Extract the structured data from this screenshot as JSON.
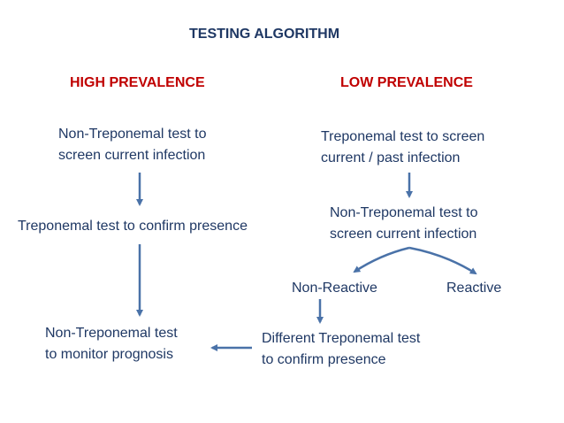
{
  "colors": {
    "text": "#1f3864",
    "heading": "#c00000",
    "arrow": "#4a72a8"
  },
  "title": "TESTING ALGORITHM",
  "high": {
    "heading": "HIGH PREVALENCE",
    "step1": [
      "Non-Treponemal test to",
      "screen current infection"
    ],
    "step2": "Treponemal test to confirm presence",
    "step3": [
      "Non-Treponemal test",
      "to monitor prognosis"
    ]
  },
  "low": {
    "heading": "LOW PREVALENCE",
    "step1": [
      "Treponemal test to screen",
      "current / past infection"
    ],
    "step2": [
      "Non-Treponemal test to",
      "screen current infection"
    ],
    "branch_left": "Non-Reactive",
    "branch_right": "Reactive",
    "step3": [
      "Different Treponemal test",
      "to confirm presence"
    ]
  }
}
